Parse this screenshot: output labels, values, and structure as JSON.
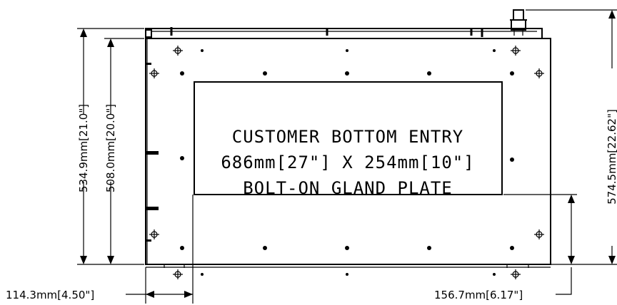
{
  "plate": {
    "line1": "CUSTOMER BOTTOM ENTRY",
    "line2": "686mm[27\"] X 254mm[10\"]",
    "line3": "BOLT-ON GLAND PLATE"
  },
  "dimensions": {
    "overall_height": "534.9mm[21.0\"]",
    "inner_height": "508.0mm[20.0\"]",
    "right_height": "574.5mm[22.62\"]",
    "left_offset": "114.3mm[4.50\"]",
    "bottom_offset": "156.7mm[6.17\"]"
  }
}
